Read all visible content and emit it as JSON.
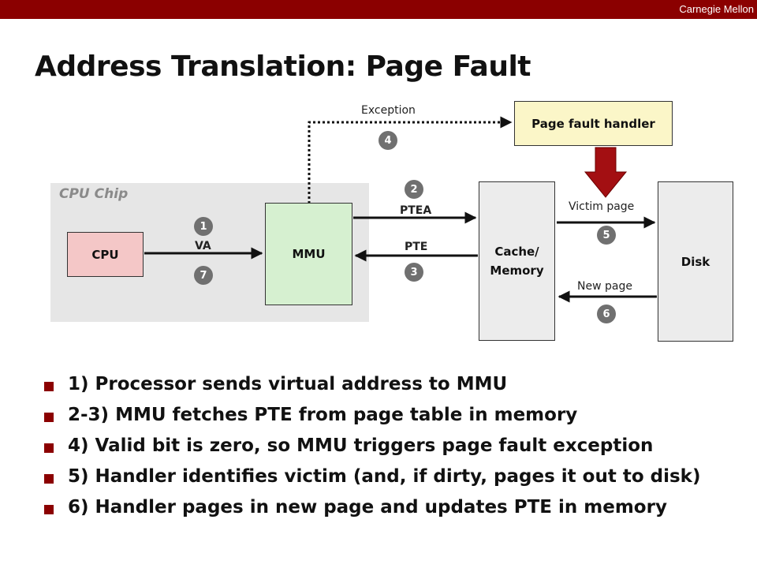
{
  "header": {
    "brand": "Carnegie Mellon"
  },
  "slide": {
    "title": "Address Translation: Page Fault"
  },
  "diagram": {
    "chip_label": "CPU Chip",
    "boxes": {
      "cpu": "CPU",
      "mmu": "MMU",
      "memory_line1": "Cache/",
      "memory_line2": "Memory",
      "disk": "Disk",
      "handler": "Page fault handler"
    },
    "arrows": {
      "va": "VA",
      "ptea": "PTEA",
      "pte": "PTE",
      "exception": "Exception",
      "victim": "Victim page",
      "new_page": "New page"
    },
    "steps": [
      "1",
      "2",
      "3",
      "4",
      "5",
      "6",
      "7"
    ]
  },
  "bullets": [
    "1) Processor sends virtual address to MMU",
    "2-3) MMU fetches PTE from page table in memory",
    "4) Valid bit is zero, so MMU triggers page fault exception",
    "5) Handler identifies victim (and, if dirty, pages it out to disk)",
    "6) Handler pages in new page and updates PTE in memory"
  ],
  "colors": {
    "brand_bar": "#8b0000",
    "bullet_marker": "#8b0000",
    "cpu_fill": "#f4c7c7",
    "mmu_fill": "#d6f0d0",
    "handler_fill": "#fbf6c8",
    "handler_arrow": "#a30f12",
    "step_badge": "#707070"
  }
}
